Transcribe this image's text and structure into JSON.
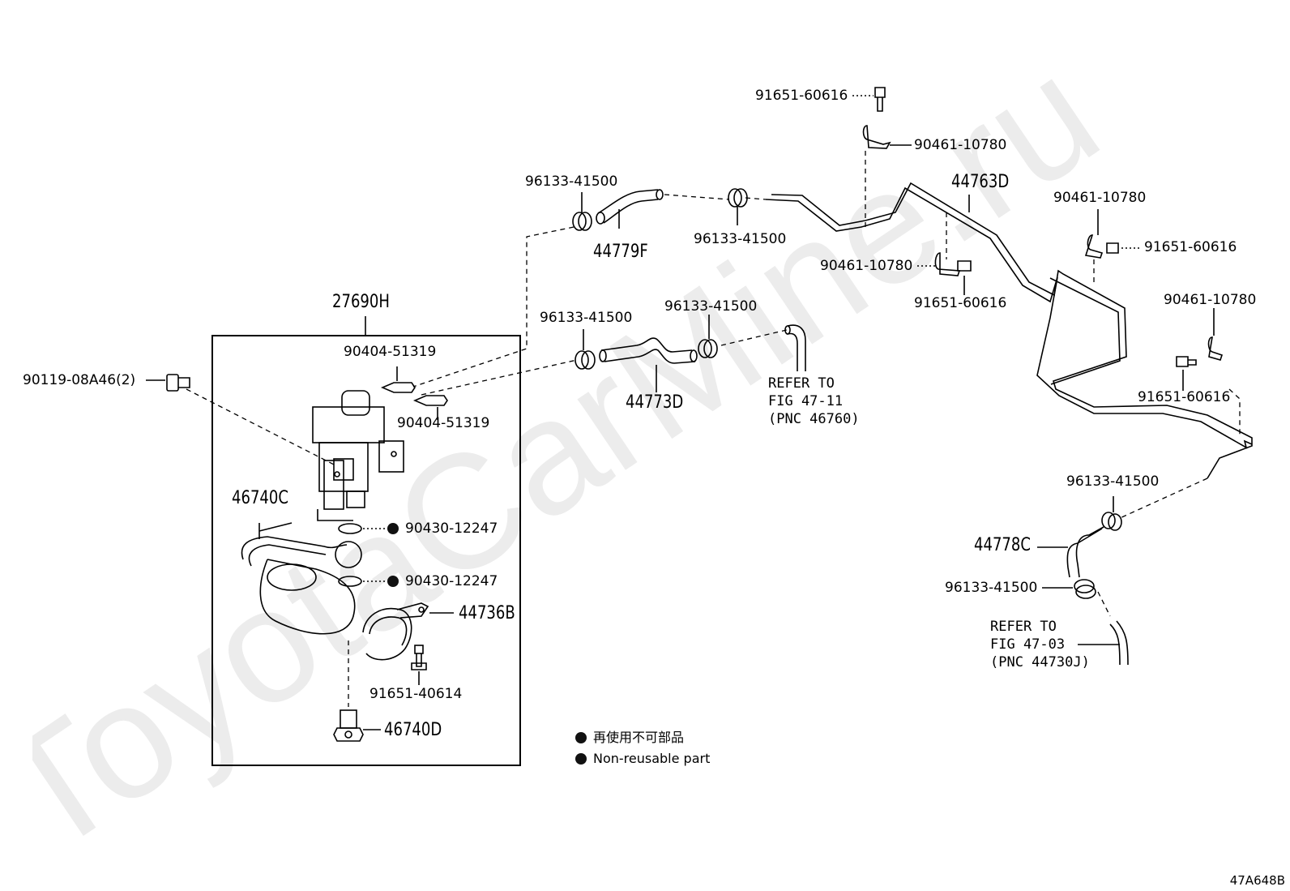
{
  "watermark": "ToyotaCarMine.ru",
  "figure_code": "47A648B",
  "labels": {
    "p91651_60616_top": "91651-60616",
    "p90461_10780_top": "90461-10780",
    "p96133_41500_a": "96133-41500",
    "p44763D": "44763D",
    "p90461_10780_r1": "90461-10780",
    "p91651_60616_r1": "91651-60616",
    "p44779F": "44779F",
    "p96133_41500_b": "96133-41500",
    "p90461_10780_mid": "90461-10780",
    "p91651_60616_mid": "91651-60616",
    "p27690H": "27690H",
    "p96133_41500_c": "96133-41500",
    "p96133_41500_d": "96133-41500",
    "p90461_10780_r2": "90461-10780",
    "p90404_51319_a": "90404-51319",
    "p90119_08A46": "90119-08A46(2)",
    "p90404_51319_b": "90404-51319",
    "p44773D": "44773D",
    "p91651_60616_r2": "91651-60616",
    "p46740C": "46740C",
    "p96133_41500_e": "96133-41500",
    "p90430_12247_a": "90430-12247",
    "p44778C": "44778C",
    "p90430_12247_b": "90430-12247",
    "p96133_41500_f": "96133-41500",
    "p44736B": "44736B",
    "p91651_40614": "91651-40614",
    "p46740D": "46740D"
  },
  "refer1": [
    "REFER TO",
    "FIG 47-11",
    "(PNC 46760)"
  ],
  "refer2": [
    "REFER TO",
    "FIG 47-03",
    "(PNC 44730J)"
  ],
  "legend": {
    "japanese": "再使用不可部品",
    "english": "Non-reusable part"
  }
}
